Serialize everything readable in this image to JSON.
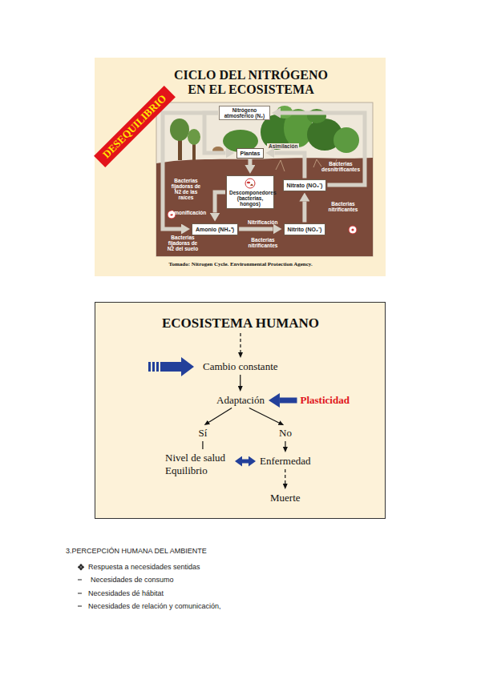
{
  "diagram": {
    "nodes": [
      {
        "text": [
          "DESEQUILIBRIO"
        ]
      },
      {
        "text": [
          "Nitrógeno atmosférico (N₂)"
        ]
      },
      {
        "text": [
          "Plantas"
        ]
      },
      {
        "text": [
          "Descomponedores (bacterias, hongos)"
        ]
      },
      {
        "text": [
          "Nitrato (NO₃⁻)"
        ]
      },
      {
        "text": [
          "Amonio (NH₄⁺)"
        ]
      },
      {
        "text": [
          "Nitrito (NO₂⁻)"
        ]
      },
      {
        "text": [
          "ECOSISTEMA HUMANO"
        ]
      },
      {
        "text": [
          "Cambio constante"
        ]
      },
      {
        "text": [
          "Adaptación"
        ]
      },
      {
        "text": [
          "Plasticidad"
        ]
      },
      {
        "text": [
          "Sí"
        ]
      },
      {
        "text": [
          "No"
        ]
      },
      {
        "text": [
          "Nivel de salud Equilibrio"
        ]
      },
      {
        "text": [
          "Enfermedad"
        ]
      },
      {
        "text": [
          "Muerte"
        ]
      }
    ],
    "edges": [
      {
        "from": 1,
        "to": 2,
        "arrow": "to"
      },
      {
        "from": 1,
        "to": 5,
        "arrow": "to"
      },
      {
        "from": 2,
        "to": 3,
        "arrow": "to"
      },
      {
        "from": 3,
        "to": 5,
        "label": "Amonificación",
        "arrow": "to"
      },
      {
        "from": 5,
        "to": 6,
        "label": "Nitrificación",
        "arrow": "to"
      },
      {
        "from": 6,
        "to": 4,
        "arrow": "to"
      },
      {
        "from": 4,
        "to": 2,
        "label": "Asimilación",
        "arrow": "to"
      },
      {
        "from": 4,
        "to": 1,
        "arrow": "to"
      },
      {
        "from": 7,
        "to": 8,
        "arrow": "to"
      },
      {
        "from": 8,
        "to": 9,
        "arrow": "to"
      },
      {
        "from": 10,
        "to": 9,
        "arrow": "to"
      },
      {
        "from": 9,
        "to": 11,
        "arrow": "to"
      },
      {
        "from": 9,
        "to": 12,
        "arrow": "to"
      },
      {
        "from": 11,
        "to": 13,
        "arrow": "none"
      },
      {
        "from": 12,
        "to": 14,
        "arrow": "to"
      },
      {
        "from": 13,
        "to": 14,
        "arrow": "both"
      },
      {
        "from": 14,
        "to": 15,
        "arrow": "to"
      }
    ],
    "labels": [
      "CICLO DEL NITRÓGENO EN EL ECOSISTEMA",
      "Bacterias fijadoras de N2 de las raíces",
      "Bacterias fijadoras de N2 del suelo",
      "Bacterias desnitrificantes",
      "Bacterias nitrificantes",
      "Bacterias nitrificantes",
      "Tomado: Nitrogen Cycle. Environmental Protection Agency.",
      "3.PERCEPCIÓN HUMANA DEL AMBIENTE",
      "Respuesta a necesidades sentidas",
      "Necesidades de consumo",
      "Necesidades dé hábitat",
      "Necesidades de relación y comunicación,"
    ]
  }
}
